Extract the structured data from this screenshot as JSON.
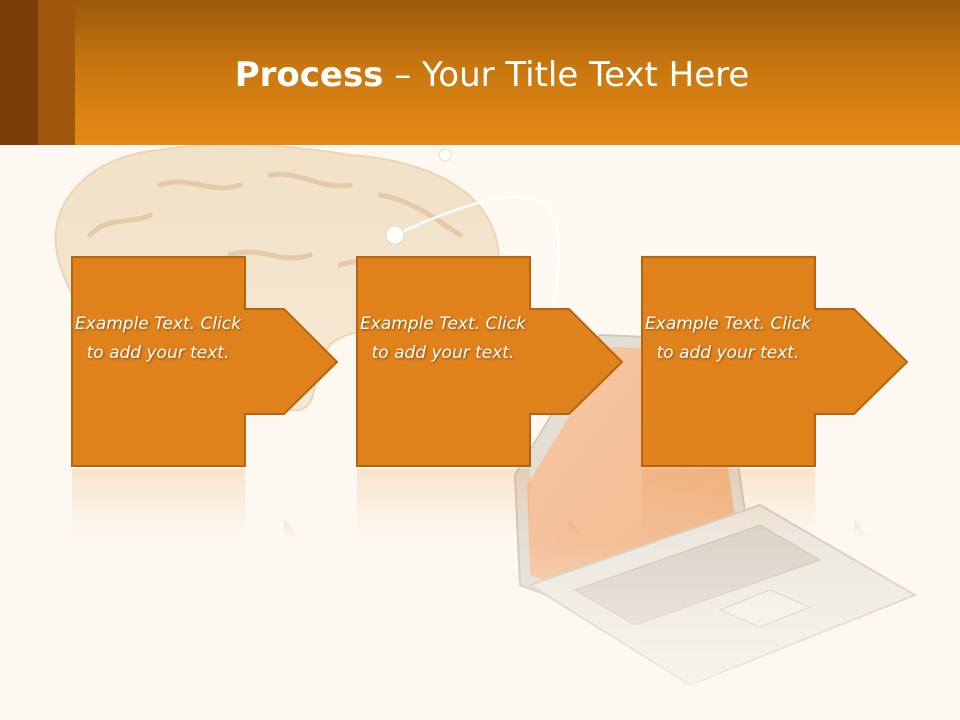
{
  "slide": {
    "title_bold": "Process",
    "title_rest": " – Your Title Text Here"
  },
  "process_steps": [
    {
      "text": "Example Text. Click  to add your text."
    },
    {
      "text": "Example Text. Click  to add your text."
    },
    {
      "text": "Example Text. Click  to add your text."
    }
  ],
  "colors": {
    "accent": "#e0821b",
    "header_dark": "#9a5a0c",
    "border": "#b8640f",
    "background": "#fdf9f2"
  }
}
